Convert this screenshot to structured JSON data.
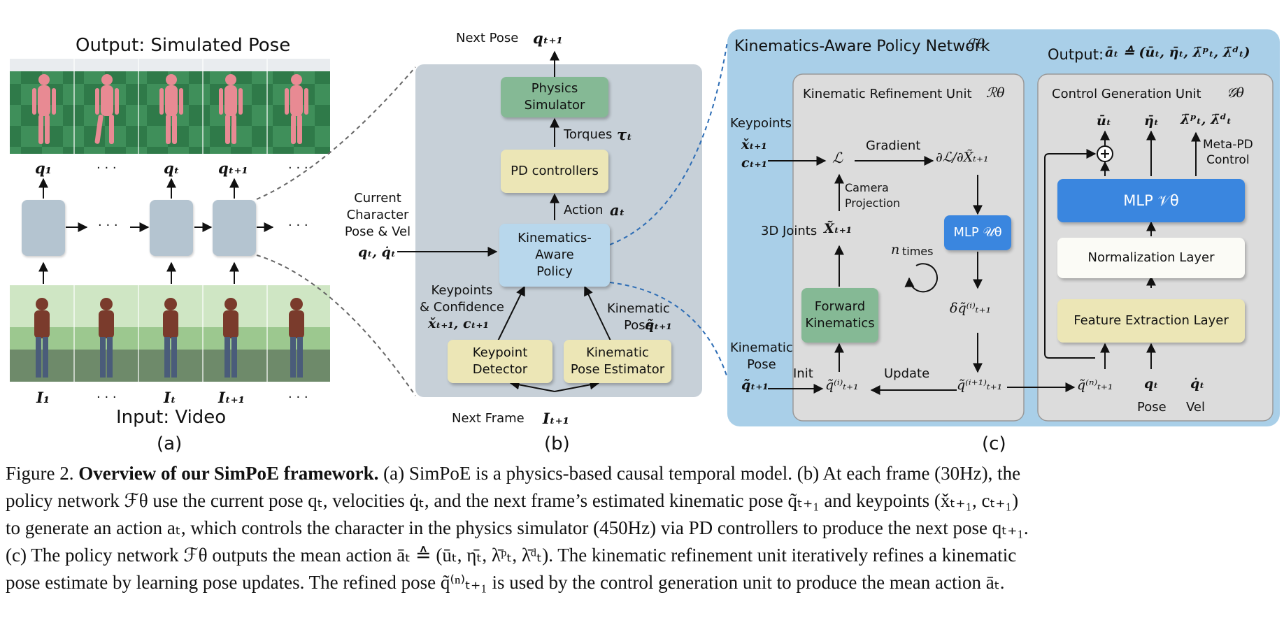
{
  "panel_a": {
    "top_title": "Output: Simulated Pose",
    "bottom_title": "Input: Video",
    "panel_label": "(a)",
    "pose_labels": [
      "q₁",
      "· · ·",
      "qₜ",
      "qₜ₊₁",
      "· · ·"
    ],
    "frame_labels": [
      "I₁",
      "· · ·",
      "Iₜ",
      "Iₜ₊₁",
      "· · ·"
    ],
    "node_dots": "· · ·"
  },
  "panel_b": {
    "next_pose_label": "Next Pose",
    "next_pose_sym": "qₜ₊₁",
    "physics_simulator": "Physics\nSimulator",
    "torques_label": "Torques",
    "torques_sym": "τₜ",
    "pd_controllers": "PD controllers",
    "action_label": "Action",
    "action_sym": "aₜ",
    "policy_box": "Kinematics-\nAware\nPolicy",
    "current_state": "Current\nCharacter\nPose & Vel",
    "current_state_sym": "qₜ, q̇ₜ",
    "keypoints_conf": "Keypoints\n& Confidence",
    "keypoints_sym": "x̌ₜ₊₁, cₜ₊₁",
    "kin_pose_label": "Kinematic\nPose",
    "kin_pose_sym": "q̃ₜ₊₁",
    "keypoint_detector": "Keypoint\nDetector",
    "pose_estimator": "Kinematic\nPose Estimator",
    "next_frame_label": "Next Frame",
    "next_frame_sym": "Iₜ₊₁",
    "panel_label": "(b)"
  },
  "panel_c": {
    "title": "Kinematics-Aware Policy Network",
    "title_sym": "ℱθ",
    "output_label": "Output:",
    "output_sym": "āₜ ≙ (ūₜ, η̄ₜ, λ̄ᵖₜ, λ̄ᵈₜ)",
    "kru_title": "Kinematic Refinement Unit",
    "kru_sym": "ℛθ",
    "cgu_title": "Control Generation Unit",
    "cgu_sym": "𝒢θ",
    "keypoints_label": "Keypoints",
    "keypoints_sym1": "x̌ₜ₊₁",
    "keypoints_sym2": "cₜ₊₁",
    "loss_sym": "ℒ",
    "gradient_label": "Gradient",
    "grad_sym": "∂ℒ/∂X̃ₜ₊₁",
    "camera_projection": "Camera\nProjection",
    "joints_label": "3D Joints",
    "joints_sym": "X̃ₜ₊₁",
    "mlp_u": "MLP 𝒰θ",
    "n_times_sym": "n",
    "n_times_label": "times",
    "forward_kinematics": "Forward\nKinematics",
    "delta_sym": "δq̃⁽ⁱ⁾ₜ₊₁",
    "kin_pose_label": "Kinematic\nPose",
    "kin_pose_sym": "q̃ₜ₊₁",
    "init_label": "Init",
    "qi_sym": "q̃⁽ⁱ⁾ₜ₊₁",
    "update_label": "Update",
    "qi1_sym": "q̃⁽ⁱ⁺¹⁾ₜ₊₁",
    "out_u": "ūₜ",
    "out_eta": "η̄ₜ",
    "out_lambda": "λ̄ᵖₜ, λ̄ᵈₜ",
    "plus_sym": "+",
    "meta_pd": "Meta-PD\nControl",
    "mlp_v": "MLP 𝒱θ",
    "norm_layer": "Normalization Layer",
    "feat_layer": "Feature Extraction Layer",
    "qn_sym": "q̃⁽ⁿ⁾ₜ₊₁",
    "q_sym": "qₜ",
    "qdot_sym": "q̇ₜ",
    "pose_label": "Pose",
    "vel_label": "Vel",
    "panel_label": "(c)"
  },
  "caption": {
    "prefix": "Figure 2.",
    "bold": "Overview of our SimPoE framework.",
    "line1": "(a) SimPoE is a physics-based causal temporal model. (b) At each frame (30Hz), the",
    "line2": "policy network ℱθ use the current pose qₜ, velocities q̇ₜ, and the next frame’s estimated kinematic pose q̃ₜ₊₁ and keypoints (x̌ₜ₊₁, cₜ₊₁)",
    "line3": "to generate an action aₜ, which controls the character in the physics simulator (450Hz) via PD controllers to produce the next pose qₜ₊₁.",
    "line4": "(c) The policy network ℱθ outputs the mean action āₜ ≙ (ūₜ, η̄ₜ, λ̄ᵖₜ, λ̄ᵈₜ). The kinematic refinement unit iteratively refines a kinematic",
    "line5": "pose estimate by learning pose updates. The refined pose q̃⁽ⁿ⁾ₜ₊₁ is used by the control generation unit to produce the mean action āₜ."
  },
  "colors": {
    "panel_b_bg": "#c7d0d8",
    "panel_c_bg": "#a9cfe8",
    "unit_bg": "#dcdcdc",
    "green_box": "#85b995",
    "yellow_box": "#ece6b6",
    "blue_box": "#b8d7ec",
    "mlp_box": "#3a86df",
    "sim_bg": "#3c8a56",
    "video_bg": "#8fbf86"
  }
}
